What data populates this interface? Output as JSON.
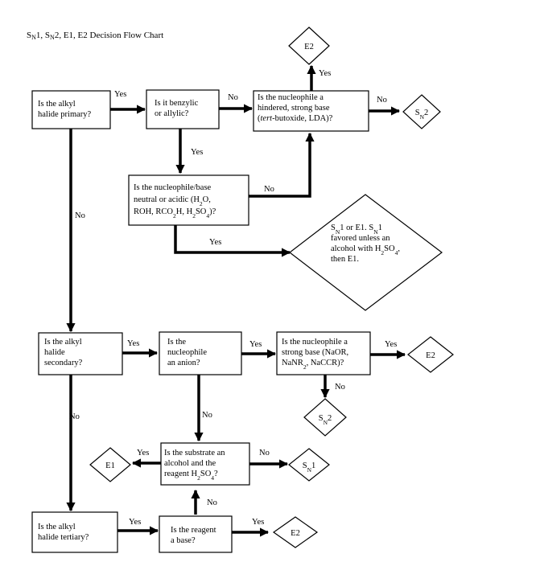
{
  "title": {
    "lines": [
      [
        {
          "t": "S"
        },
        {
          "t": "N",
          "sub": true
        },
        {
          "t": "1, S"
        },
        {
          "t": "N",
          "sub": true
        },
        {
          "t": "2, E1, E2 Decision Flow Chart"
        }
      ]
    ]
  },
  "nodes": {
    "q_primary": {
      "lines": [
        [
          {
            "t": "Is the alkyl"
          }
        ],
        [
          {
            "t": "halide primary?"
          }
        ]
      ]
    },
    "q_benzylic": {
      "lines": [
        [
          {
            "t": "Is it benzylic"
          }
        ],
        [
          {
            "t": "or allylic?"
          }
        ]
      ]
    },
    "q_hindered": {
      "lines": [
        [
          {
            "t": "Is the nucleophile a"
          }
        ],
        [
          {
            "t": "hindered, strong base"
          }
        ],
        [
          {
            "t": "("
          },
          {
            "t": "tert",
            "italic": true
          },
          {
            "t": "-butoxide, LDA)?"
          }
        ]
      ]
    },
    "r_e2_top": {
      "lines": [
        [
          {
            "t": "E2"
          }
        ]
      ]
    },
    "r_sn2_top": {
      "lines": [
        [
          {
            "t": "S"
          },
          {
            "t": "N",
            "sub": true
          },
          {
            "t": "2"
          }
        ]
      ]
    },
    "q_neutral": {
      "lines": [
        [
          {
            "t": "Is the nucleophile/base"
          }
        ],
        [
          {
            "t": "neutral or acidic (H"
          },
          {
            "t": "2",
            "sub": true
          },
          {
            "t": "O,"
          }
        ],
        [
          {
            "t": "ROH, RCO"
          },
          {
            "t": "2",
            "sub": true
          },
          {
            "t": "H, H"
          },
          {
            "t": "2",
            "sub": true
          },
          {
            "t": "SO"
          },
          {
            "t": "4",
            "sub": true
          },
          {
            "t": ")?"
          }
        ]
      ]
    },
    "r_sn1e1": {
      "lines": [
        [
          {
            "t": "S"
          },
          {
            "t": "N",
            "sub": true
          },
          {
            "t": "1 or E1.  S"
          },
          {
            "t": "N",
            "sub": true
          },
          {
            "t": "1"
          }
        ],
        [
          {
            "t": "favored unless an"
          }
        ],
        [
          {
            "t": "alcohol with H"
          },
          {
            "t": "2",
            "sub": true
          },
          {
            "t": "SO"
          },
          {
            "t": "4",
            "sub": true
          },
          {
            "t": ","
          }
        ],
        [
          {
            "t": "then E1."
          }
        ]
      ]
    },
    "q_secondary": {
      "lines": [
        [
          {
            "t": "Is the alkyl"
          }
        ],
        [
          {
            "t": "halide"
          }
        ],
        [
          {
            "t": "secondary?"
          }
        ]
      ]
    },
    "q_anion": {
      "lines": [
        [
          {
            "t": "Is the"
          }
        ],
        [
          {
            "t": "nucleophile"
          }
        ],
        [
          {
            "t": "an anion?"
          }
        ]
      ]
    },
    "q_strongbase": {
      "lines": [
        [
          {
            "t": "Is the nucleophile a"
          }
        ],
        [
          {
            "t": "strong base (NaOR,"
          }
        ],
        [
          {
            "t": "NaNR"
          },
          {
            "t": "2",
            "sub": true
          },
          {
            "t": ", NaCCR)?"
          }
        ]
      ]
    },
    "r_e2_mid": {
      "lines": [
        [
          {
            "t": "E2"
          }
        ]
      ]
    },
    "r_sn2_mid": {
      "lines": [
        [
          {
            "t": "S"
          },
          {
            "t": "N",
            "sub": true
          },
          {
            "t": "2"
          }
        ]
      ]
    },
    "q_alcohol": {
      "lines": [
        [
          {
            "t": "Is the substrate an"
          }
        ],
        [
          {
            "t": "alcohol and the"
          }
        ],
        [
          {
            "t": "reagent H"
          },
          {
            "t": "2",
            "sub": true
          },
          {
            "t": "SO"
          },
          {
            "t": "4",
            "sub": true
          },
          {
            "t": "?"
          }
        ]
      ]
    },
    "r_e1": {
      "lines": [
        [
          {
            "t": "E1"
          }
        ]
      ]
    },
    "r_sn1": {
      "lines": [
        [
          {
            "t": "S"
          },
          {
            "t": "N",
            "sub": true
          },
          {
            "t": "1"
          }
        ]
      ]
    },
    "q_tertiary": {
      "lines": [
        [
          {
            "t": "Is the alkyl"
          }
        ],
        [
          {
            "t": "halide tertiary?"
          }
        ]
      ]
    },
    "q_base": {
      "lines": [
        [
          {
            "t": "Is the reagent"
          }
        ],
        [
          {
            "t": "a base?"
          }
        ]
      ]
    },
    "r_e2_bot": {
      "lines": [
        [
          {
            "t": "E2"
          }
        ]
      ]
    }
  },
  "edge_labels": {
    "primary_yes": "Yes",
    "benzylic_no": "No",
    "hindered_yes": "Yes",
    "hindered_no": "No",
    "benzylic_yes": "Yes",
    "neutral_no": "No",
    "neutral_yes": "Yes",
    "primary_no": "No",
    "secondary_yes": "Yes",
    "anion_yes": "Yes",
    "strongbase_yes": "Yes",
    "strongbase_no": "No",
    "anion_no": "No",
    "secondary_no": "No",
    "alcohol_yes": "Yes",
    "alcohol_no": "No",
    "base_no": "No",
    "tertiary_yes": "Yes",
    "base_yes": "Yes"
  }
}
